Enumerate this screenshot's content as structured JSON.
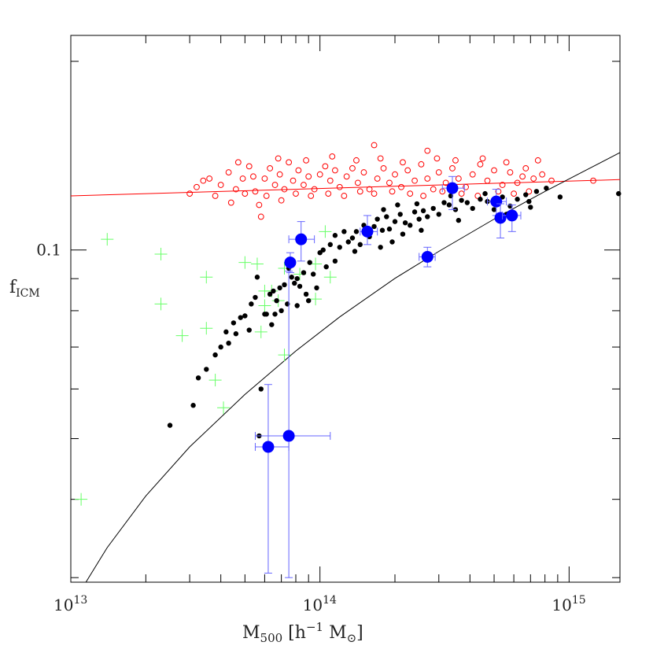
{
  "chart_data": {
    "type": "scatter",
    "x_scale": "log",
    "y_scale": "log",
    "xlim": [
      10000000000000.0,
      1600000000000000.0
    ],
    "ylim": [
      0.0295,
      0.22
    ],
    "x_ticks": [
      {
        "value": 10000000000000.0,
        "base": "10",
        "exp": "13"
      },
      {
        "value": 100000000000000.0,
        "base": "10",
        "exp": "14"
      },
      {
        "value": 1000000000000000.0,
        "base": "10",
        "exp": "15"
      }
    ],
    "y_ticks": [
      {
        "value": 0.1,
        "label": "0.1"
      }
    ],
    "xlabel": {
      "main": "M",
      "sub": "500",
      "units": "[h",
      "units_sup": "−1",
      "units_tail": "M",
      "units_sub": "⊙",
      "close": "]"
    },
    "ylabel": {
      "main": "f",
      "sub": "ICM"
    },
    "colors": {
      "black_points": "#000000",
      "red_circles": "#ff0000",
      "green_crosses": "#66ff66",
      "blue_points": "#0000ff",
      "blue_errors": "#6666ff",
      "curve": "#000000",
      "red_line": "#ff0000"
    },
    "black_curve": {
      "x": [
        11500000000000.0,
        14000000000000.0,
        20000000000000.0,
        30000000000000.0,
        50000000000000.0,
        80000000000000.0,
        120000000000000.0,
        200000000000000.0,
        300000000000000.0,
        500000000000000.0,
        800000000000000.0,
        1200000000000000.0,
        1600000000000000.0
      ],
      "y": [
        0.0295,
        0.0335,
        0.0405,
        0.0485,
        0.0588,
        0.069,
        0.0782,
        0.0901,
        0.0995,
        0.112,
        0.124,
        0.1348,
        0.143
      ]
    },
    "red_line": {
      "x": [
        10000000000000.0,
        1600000000000000.0
      ],
      "y": [
        0.122,
        0.1295
      ]
    },
    "blue_points": [
      {
        "x": 62000000000000.0,
        "y": 0.0485,
        "xerr": [
          55000000000000.0,
          75000000000000.0
        ],
        "yerr": [
          0.0305,
          0.061
        ]
      },
      {
        "x": 75000000000000.0,
        "y": 0.0505,
        "xerr": [
          55000000000000.0,
          110000000000000.0
        ],
        "yerr": [
          0.03,
          0.0925
        ]
      },
      {
        "x": 76000000000000.0,
        "y": 0.0955,
        "xerr": null,
        "yerr": [
          0.092,
          0.099
        ]
      },
      {
        "x": 84000000000000.0,
        "y": 0.104,
        "xerr": [
          75000000000000.0,
          95000000000000.0
        ],
        "yerr": [
          0.096,
          0.111
        ]
      },
      {
        "x": 155000000000000.0,
        "y": 0.107,
        "xerr": [
          145000000000000.0,
          170000000000000.0
        ],
        "yerr": [
          0.102,
          0.1135
        ]
      },
      {
        "x": 270000000000000.0,
        "y": 0.0975,
        "xerr": [
          250000000000000.0,
          290000000000000.0
        ],
        "yerr": [
          0.094,
          0.101
        ]
      },
      {
        "x": 340000000000000.0,
        "y": 0.1255,
        "xerr": [
          310000000000000.0,
          380000000000000.0
        ],
        "yerr": [
          0.116,
          0.131
        ]
      },
      {
        "x": 510000000000000.0,
        "y": 0.1195,
        "xerr": [
          470000000000000.0,
          560000000000000.0
        ],
        "yerr": [
          0.1135,
          0.125
        ]
      },
      {
        "x": 530000000000000.0,
        "y": 0.1125,
        "xerr": null,
        "yerr": [
          0.1045,
          0.1185
        ]
      },
      {
        "x": 590000000000000.0,
        "y": 0.1135,
        "xerr": [
          540000000000000.0,
          640000000000000.0
        ],
        "yerr": [
          0.107,
          0.118
        ]
      }
    ],
    "green_crosses": [
      {
        "x": 11000000000000.0,
        "y": 0.04
      },
      {
        "x": 14000000000000.0,
        "y": 0.104
      },
      {
        "x": 23000000000000.0,
        "y": 0.0985
      },
      {
        "x": 23000000000000.0,
        "y": 0.082
      },
      {
        "x": 28000000000000.0,
        "y": 0.073
      },
      {
        "x": 35000000000000.0,
        "y": 0.0905
      },
      {
        "x": 35000000000000.0,
        "y": 0.075
      },
      {
        "x": 38000000000000.0,
        "y": 0.062
      },
      {
        "x": 41000000000000.0,
        "y": 0.056
      },
      {
        "x": 50000000000000.0,
        "y": 0.0955
      },
      {
        "x": 56000000000000.0,
        "y": 0.095
      },
      {
        "x": 60000000000000.0,
        "y": 0.086
      },
      {
        "x": 60000000000000.0,
        "y": 0.0815
      },
      {
        "x": 64000000000000.0,
        "y": 0.086
      },
      {
        "x": 72000000000000.0,
        "y": 0.0935
      },
      {
        "x": 72000000000000.0,
        "y": 0.068
      },
      {
        "x": 83000000000000.0,
        "y": 0.0915
      },
      {
        "x": 96000000000000.0,
        "y": 0.095
      },
      {
        "x": 96000000000000.0,
        "y": 0.0835
      },
      {
        "x": 105000000000000.0,
        "y": 0.107
      },
      {
        "x": 110000000000000.0,
        "y": 0.0905
      },
      {
        "x": 58000000000000.0,
        "y": 0.074
      },
      {
        "x": 68000000000000.0,
        "y": 0.083
      }
    ],
    "black_points": [
      {
        "x": 25000000000000.0,
        "y": 0.0525
      },
      {
        "x": 31000000000000.0,
        "y": 0.0565
      },
      {
        "x": 32500000000000.0,
        "y": 0.0625
      },
      {
        "x": 35000000000000.0,
        "y": 0.0645
      },
      {
        "x": 38000000000000.0,
        "y": 0.068
      },
      {
        "x": 40000000000000.0,
        "y": 0.07
      },
      {
        "x": 43000000000000.0,
        "y": 0.071
      },
      {
        "x": 45000000000000.0,
        "y": 0.0765
      },
      {
        "x": 46000000000000.0,
        "y": 0.0735
      },
      {
        "x": 48000000000000.0,
        "y": 0.078
      },
      {
        "x": 50000000000000.0,
        "y": 0.0785
      },
      {
        "x": 52000000000000.0,
        "y": 0.0745
      },
      {
        "x": 55000000000000.0,
        "y": 0.084
      },
      {
        "x": 56000000000000.0,
        "y": 0.0905
      },
      {
        "x": 57000000000000.0,
        "y": 0.0505
      },
      {
        "x": 58000000000000.0,
        "y": 0.06
      },
      {
        "x": 60000000000000.0,
        "y": 0.079
      },
      {
        "x": 61000000000000.0,
        "y": 0.079
      },
      {
        "x": 63000000000000.0,
        "y": 0.085
      },
      {
        "x": 65000000000000.0,
        "y": 0.086
      },
      {
        "x": 66000000000000.0,
        "y": 0.079
      },
      {
        "x": 67000000000000.0,
        "y": 0.083
      },
      {
        "x": 69000000000000.0,
        "y": 0.087
      },
      {
        "x": 70000000000000.0,
        "y": 0.08
      },
      {
        "x": 72000000000000.0,
        "y": 0.088
      },
      {
        "x": 74000000000000.0,
        "y": 0.082
      },
      {
        "x": 75000000000000.0,
        "y": 0.0935
      },
      {
        "x": 77000000000000.0,
        "y": 0.0905
      },
      {
        "x": 79000000000000.0,
        "y": 0.0885
      },
      {
        "x": 81000000000000.0,
        "y": 0.09
      },
      {
        "x": 83000000000000.0,
        "y": 0.0875
      },
      {
        "x": 86000000000000.0,
        "y": 0.092
      },
      {
        "x": 88000000000000.0,
        "y": 0.085
      },
      {
        "x": 91000000000000.0,
        "y": 0.0955
      },
      {
        "x": 94000000000000.0,
        "y": 0.0915
      },
      {
        "x": 97000000000000.0,
        "y": 0.087
      },
      {
        "x": 100000000000000.0,
        "y": 0.099
      },
      {
        "x": 103000000000000.0,
        "y": 0.1
      },
      {
        "x": 106000000000000.0,
        "y": 0.094
      },
      {
        "x": 110000000000000.0,
        "y": 0.102
      },
      {
        "x": 115000000000000.0,
        "y": 0.1055
      },
      {
        "x": 120000000000000.0,
        "y": 0.101
      },
      {
        "x": 125000000000000.0,
        "y": 0.107
      },
      {
        "x": 130000000000000.0,
        "y": 0.103
      },
      {
        "x": 135000000000000.0,
        "y": 0.1045
      },
      {
        "x": 140000000000000.0,
        "y": 0.107
      },
      {
        "x": 145000000000000.0,
        "y": 0.102
      },
      {
        "x": 150000000000000.0,
        "y": 0.1095
      },
      {
        "x": 158000000000000.0,
        "y": 0.105
      },
      {
        "x": 165000000000000.0,
        "y": 0.109
      },
      {
        "x": 170000000000000.0,
        "y": 0.112
      },
      {
        "x": 178000000000000.0,
        "y": 0.1075
      },
      {
        "x": 185000000000000.0,
        "y": 0.113
      },
      {
        "x": 190000000000000.0,
        "y": 0.108
      },
      {
        "x": 200000000000000.0,
        "y": 0.111
      },
      {
        "x": 210000000000000.0,
        "y": 0.114
      },
      {
        "x": 220000000000000.0,
        "y": 0.1105
      },
      {
        "x": 230000000000000.0,
        "y": 0.1095
      },
      {
        "x": 240000000000000.0,
        "y": 0.115
      },
      {
        "x": 250000000000000.0,
        "y": 0.112
      },
      {
        "x": 260000000000000.0,
        "y": 0.1155
      },
      {
        "x": 270000000000000.0,
        "y": 0.113
      },
      {
        "x": 285000000000000.0,
        "y": 0.1165
      },
      {
        "x": 300000000000000.0,
        "y": 0.114
      },
      {
        "x": 315000000000000.0,
        "y": 0.119
      },
      {
        "x": 330000000000000.0,
        "y": 0.118
      },
      {
        "x": 350000000000000.0,
        "y": 0.116
      },
      {
        "x": 370000000000000.0,
        "y": 0.12
      },
      {
        "x": 390000000000000.0,
        "y": 0.119
      },
      {
        "x": 410000000000000.0,
        "y": 0.1165
      },
      {
        "x": 440000000000000.0,
        "y": 0.1205
      },
      {
        "x": 470000000000000.0,
        "y": 0.1195
      },
      {
        "x": 500000000000000.0,
        "y": 0.116
      },
      {
        "x": 540000000000000.0,
        "y": 0.1215
      },
      {
        "x": 580000000000000.0,
        "y": 0.1175
      },
      {
        "x": 620000000000000.0,
        "y": 0.1205
      },
      {
        "x": 670000000000000.0,
        "y": 0.1225
      },
      {
        "x": 700000000000000.0,
        "y": 0.117
      },
      {
        "x": 740000000000000.0,
        "y": 0.124
      },
      {
        "x": 810000000000000.0,
        "y": 0.1255
      },
      {
        "x": 920000000000000.0,
        "y": 0.1215
      },
      {
        "x": 1580000000000000.0,
        "y": 0.123
      },
      {
        "x": 180000000000000.0,
        "y": 0.116
      },
      {
        "x": 205000000000000.0,
        "y": 0.118
      },
      {
        "x": 245000000000000.0,
        "y": 0.1185
      },
      {
        "x": 335000000000000.0,
        "y": 0.122
      },
      {
        "x": 460000000000000.0,
        "y": 0.123
      },
      {
        "x": 690000000000000.0,
        "y": 0.1195
      },
      {
        "x": 215000000000000.0,
        "y": 0.106
      },
      {
        "x": 195000000000000.0,
        "y": 0.103
      },
      {
        "x": 115000000000000.0,
        "y": 0.096
      },
      {
        "x": 81000000000000.0,
        "y": 0.0815
      },
      {
        "x": 90000000000000.0,
        "y": 0.083
      },
      {
        "x": 138000000000000.0,
        "y": 0.0995
      },
      {
        "x": 360000000000000.0,
        "y": 0.1115
      },
      {
        "x": 560000000000000.0,
        "y": 0.114
      },
      {
        "x": 255000000000000.0,
        "y": 0.1075
      },
      {
        "x": 175000000000000.0,
        "y": 0.101
      },
      {
        "x": 42000000000000.0,
        "y": 0.074
      },
      {
        "x": 53000000000000.0,
        "y": 0.082
      },
      {
        "x": 64000000000000.0,
        "y": 0.076
      }
    ],
    "red_circles": [
      {
        "x": 165000000000000.0,
        "y": 0.147
      },
      {
        "x": 270000000000000.0,
        "y": 0.144
      },
      {
        "x": 30000000000000.0,
        "y": 0.123
      },
      {
        "x": 32000000000000.0,
        "y": 0.126
      },
      {
        "x": 36000000000000.0,
        "y": 0.13
      },
      {
        "x": 40000000000000.0,
        "y": 0.127
      },
      {
        "x": 43000000000000.0,
        "y": 0.133
      },
      {
        "x": 46000000000000.0,
        "y": 0.125
      },
      {
        "x": 49000000000000.0,
        "y": 0.13
      },
      {
        "x": 52000000000000.0,
        "y": 0.136
      },
      {
        "x": 55000000000000.0,
        "y": 0.124
      },
      {
        "x": 57000000000000.0,
        "y": 0.118
      },
      {
        "x": 58000000000000.0,
        "y": 0.113
      },
      {
        "x": 60000000000000.0,
        "y": 0.13
      },
      {
        "x": 63000000000000.0,
        "y": 0.135
      },
      {
        "x": 66000000000000.0,
        "y": 0.127
      },
      {
        "x": 69000000000000.0,
        "y": 0.132
      },
      {
        "x": 72000000000000.0,
        "y": 0.125
      },
      {
        "x": 75000000000000.0,
        "y": 0.138
      },
      {
        "x": 78000000000000.0,
        "y": 0.129
      },
      {
        "x": 82000000000000.0,
        "y": 0.134
      },
      {
        "x": 86000000000000.0,
        "y": 0.127
      },
      {
        "x": 90000000000000.0,
        "y": 0.131
      },
      {
        "x": 95000000000000.0,
        "y": 0.125
      },
      {
        "x": 100000000000000.0,
        "y": 0.132
      },
      {
        "x": 105000000000000.0,
        "y": 0.136
      },
      {
        "x": 110000000000000.0,
        "y": 0.129
      },
      {
        "x": 115000000000000.0,
        "y": 0.134
      },
      {
        "x": 120000000000000.0,
        "y": 0.126
      },
      {
        "x": 128000000000000.0,
        "y": 0.131
      },
      {
        "x": 135000000000000.0,
        "y": 0.135
      },
      {
        "x": 142000000000000.0,
        "y": 0.128
      },
      {
        "x": 150000000000000.0,
        "y": 0.133
      },
      {
        "x": 158000000000000.0,
        "y": 0.125
      },
      {
        "x": 170000000000000.0,
        "y": 0.13
      },
      {
        "x": 180000000000000.0,
        "y": 0.135
      },
      {
        "x": 190000000000000.0,
        "y": 0.128
      },
      {
        "x": 200000000000000.0,
        "y": 0.132
      },
      {
        "x": 212000000000000.0,
        "y": 0.126
      },
      {
        "x": 225000000000000.0,
        "y": 0.134
      },
      {
        "x": 240000000000000.0,
        "y": 0.129
      },
      {
        "x": 255000000000000.0,
        "y": 0.137
      },
      {
        "x": 270000000000000.0,
        "y": 0.13
      },
      {
        "x": 285000000000000.0,
        "y": 0.125
      },
      {
        "x": 300000000000000.0,
        "y": 0.133
      },
      {
        "x": 320000000000000.0,
        "y": 0.128
      },
      {
        "x": 340000000000000.0,
        "y": 0.135
      },
      {
        "x": 360000000000000.0,
        "y": 0.13
      },
      {
        "x": 385000000000000.0,
        "y": 0.126
      },
      {
        "x": 410000000000000.0,
        "y": 0.132
      },
      {
        "x": 440000000000000.0,
        "y": 0.137
      },
      {
        "x": 470000000000000.0,
        "y": 0.129
      },
      {
        "x": 500000000000000.0,
        "y": 0.134
      },
      {
        "x": 540000000000000.0,
        "y": 0.127
      },
      {
        "x": 580000000000000.0,
        "y": 0.133
      },
      {
        "x": 620000000000000.0,
        "y": 0.128
      },
      {
        "x": 670000000000000.0,
        "y": 0.135
      },
      {
        "x": 720000000000000.0,
        "y": 0.13
      },
      {
        "x": 780000000000000.0,
        "y": 0.132
      },
      {
        "x": 850000000000000.0,
        "y": 0.129
      },
      {
        "x": 1250000000000000.0,
        "y": 0.129
      },
      {
        "x": 38000000000000.0,
        "y": 0.122
      },
      {
        "x": 44000000000000.0,
        "y": 0.119
      },
      {
        "x": 50000000000000.0,
        "y": 0.123
      },
      {
        "x": 61000000000000.0,
        "y": 0.122
      },
      {
        "x": 70000000000000.0,
        "y": 0.12
      },
      {
        "x": 80000000000000.0,
        "y": 0.123
      },
      {
        "x": 92000000000000.0,
        "y": 0.122
      },
      {
        "x": 108000000000000.0,
        "y": 0.123
      },
      {
        "x": 125000000000000.0,
        "y": 0.122
      },
      {
        "x": 145000000000000.0,
        "y": 0.124
      },
      {
        "x": 165000000000000.0,
        "y": 0.123
      },
      {
        "x": 195000000000000.0,
        "y": 0.124
      },
      {
        "x": 230000000000000.0,
        "y": 0.123
      },
      {
        "x": 260000000000000.0,
        "y": 0.122
      },
      {
        "x": 310000000000000.0,
        "y": 0.124
      },
      {
        "x": 370000000000000.0,
        "y": 0.123
      },
      {
        "x": 430000000000000.0,
        "y": 0.122
      },
      {
        "x": 520000000000000.0,
        "y": 0.124
      },
      {
        "x": 600000000000000.0,
        "y": 0.123
      },
      {
        "x": 690000000000000.0,
        "y": 0.124
      },
      {
        "x": 34000000000000.0,
        "y": 0.129
      },
      {
        "x": 47000000000000.0,
        "y": 0.138
      },
      {
        "x": 54000000000000.0,
        "y": 0.131
      },
      {
        "x": 68000000000000.0,
        "y": 0.14
      },
      {
        "x": 88000000000000.0,
        "y": 0.139
      },
      {
        "x": 112000000000000.0,
        "y": 0.141
      },
      {
        "x": 140000000000000.0,
        "y": 0.139
      },
      {
        "x": 175000000000000.0,
        "y": 0.14
      },
      {
        "x": 215000000000000.0,
        "y": 0.138
      },
      {
        "x": 295000000000000.0,
        "y": 0.14
      },
      {
        "x": 350000000000000.0,
        "y": 0.139
      },
      {
        "x": 450000000000000.0,
        "y": 0.14
      },
      {
        "x": 560000000000000.0,
        "y": 0.138
      },
      {
        "x": 750000000000000.0,
        "y": 0.139
      },
      {
        "x": 650000000000000.0,
        "y": 0.131
      }
    ]
  }
}
